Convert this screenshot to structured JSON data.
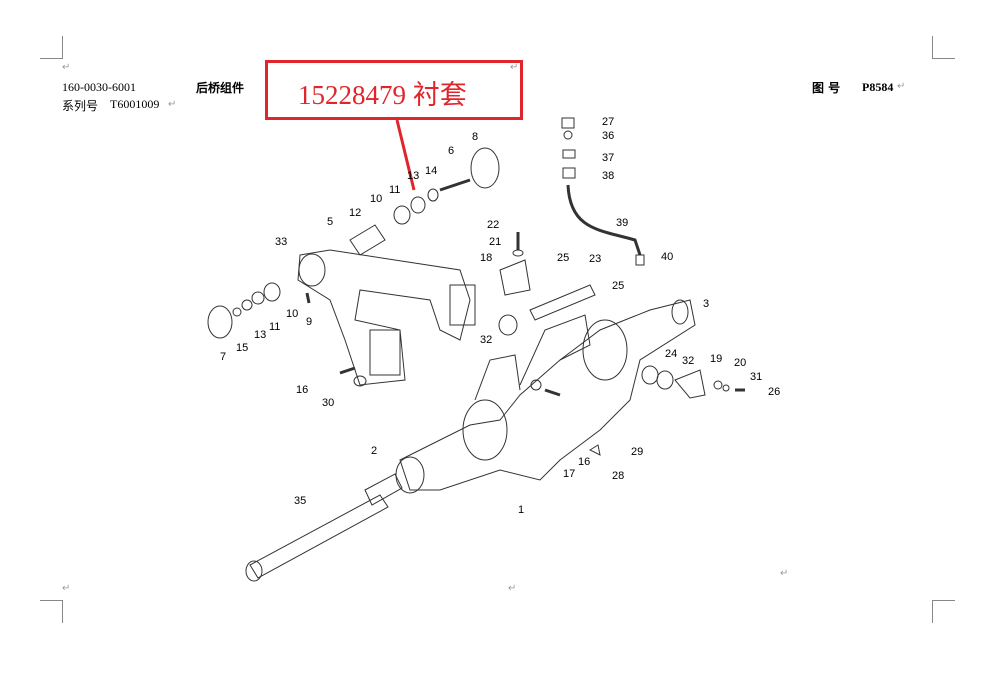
{
  "header": {
    "part_code": "160-0030-6001",
    "assembly_name": "后桥组件",
    "series_label": "系列号",
    "series_value": "T6001009",
    "drawing_label": "图 号",
    "drawing_value": "P8584"
  },
  "callout": {
    "text": "15228479  衬套",
    "color": "#e0262c"
  },
  "paragraph_mark": "↵",
  "diagram": {
    "labels": [
      "27",
      "36",
      "37",
      "38",
      "39",
      "40",
      "8",
      "6",
      "14",
      "13",
      "11",
      "10",
      "12",
      "5",
      "33",
      "22",
      "21",
      "18",
      "25",
      "23",
      "25",
      "3",
      "9",
      "10",
      "11",
      "13",
      "15",
      "7",
      "32",
      "24",
      "32",
      "19",
      "20",
      "31",
      "26",
      "16",
      "30",
      "2",
      "29",
      "16",
      "17",
      "28",
      "1",
      "35"
    ]
  }
}
